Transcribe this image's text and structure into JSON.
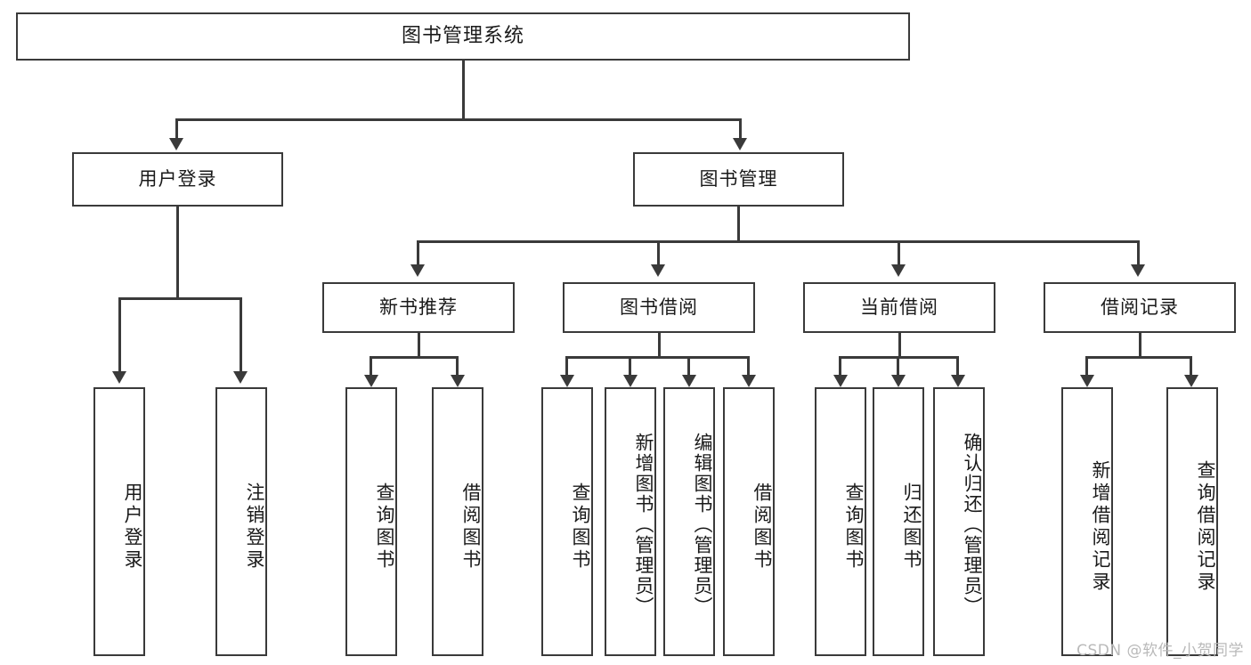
{
  "diagram": {
    "title": "图书管理系统",
    "type": "tree-structure-chart",
    "root": {
      "label": "图书管理系统"
    },
    "level2": [
      {
        "label": "用户登录"
      },
      {
        "label": "图书管理"
      }
    ],
    "level3": [
      {
        "label": "新书推荐"
      },
      {
        "label": "图书借阅"
      },
      {
        "label": "当前借阅"
      },
      {
        "label": "借阅记录"
      }
    ],
    "leaves": {
      "user_login": [
        {
          "label": "用户登录"
        },
        {
          "label": "注销登录"
        }
      ],
      "new_book_recommend": [
        {
          "label": "查询图书"
        },
        {
          "label": "借阅图书"
        }
      ],
      "book_borrow": [
        {
          "label": "查询图书"
        },
        {
          "label": "新增图书（管理员）"
        },
        {
          "label": "编辑图书（管理员）"
        },
        {
          "label": "借阅图书"
        }
      ],
      "current_borrow": [
        {
          "label": "查询图书"
        },
        {
          "label": "归还图书"
        },
        {
          "label": "确认归还（管理员）"
        }
      ],
      "borrow_record": [
        {
          "label": "新增借阅记录"
        },
        {
          "label": "查询借阅记录"
        }
      ]
    }
  },
  "watermark": {
    "text": "CSDN @软件_小贺同学"
  },
  "colors": {
    "stroke": "#3a3a3a",
    "background": "#ffffff",
    "text": "#1a1a1a",
    "watermark": "#b9b9b9"
  }
}
